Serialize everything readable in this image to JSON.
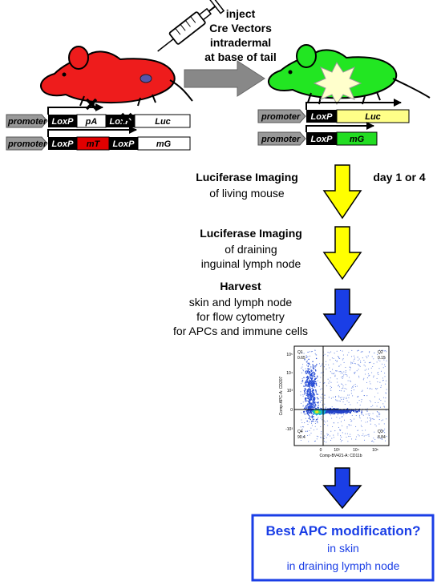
{
  "injection": {
    "line1": "inject",
    "line2": "Cre Vectors",
    "line3": "intradermal",
    "line4": "at base of tail"
  },
  "construct_labels": {
    "promoter": "promoter",
    "loxp": "LoxP",
    "pa": "pA",
    "luc": "Luc",
    "mt": "mT",
    "mg": "mG"
  },
  "steps": {
    "imaging_living": {
      "title": "Luciferase Imaging",
      "line1": "of living mouse"
    },
    "day_label": "day 1 or 4",
    "imaging_node": {
      "title": "Luciferase Imaging",
      "line1": "of draining",
      "line2": "inguinal  lymph node"
    },
    "harvest": {
      "title": "Harvest",
      "line1": "skin and lymph node",
      "line2": "for flow cytometry",
      "line3": "for APCs and immune cells"
    }
  },
  "flow_plot": {
    "ylabel": "Comp-APC-A: CD207",
    "xlabel": "Comp-BV421-A: CD11b",
    "quadrants": {
      "q1": {
        "name": "Q1",
        "value": "0.65"
      },
      "q2": {
        "name": "Q2",
        "value": "0.15"
      },
      "q3": {
        "name": "Q3",
        "value": "8.84"
      },
      "q4": {
        "name": "Q4",
        "value": "90.4"
      }
    },
    "yticks": [
      "10⁵",
      "10⁴",
      "10³",
      "0",
      "-10³"
    ],
    "xticks": [
      "0",
      "10³",
      "10⁴",
      "10⁵"
    ]
  },
  "result": {
    "title": "Best APC modification?",
    "line1": "in skin",
    "line2": "in draining lymph node"
  },
  "colors": {
    "mouse_red": "#ee1c1c",
    "mouse_green": "#22e622",
    "arrow_gray": "#888888",
    "arrow_yellow": "#ffff00",
    "arrow_blue": "#1a3ee6",
    "luc_box": "#ffff88",
    "mt_box": "#e00000",
    "mg_box": "#22dd22",
    "result_border": "#1a3ee6",
    "result_title": "#1a3ee6"
  },
  "icons": [
    "syringe-icon",
    "starburst-icon",
    "block-x-icon"
  ]
}
